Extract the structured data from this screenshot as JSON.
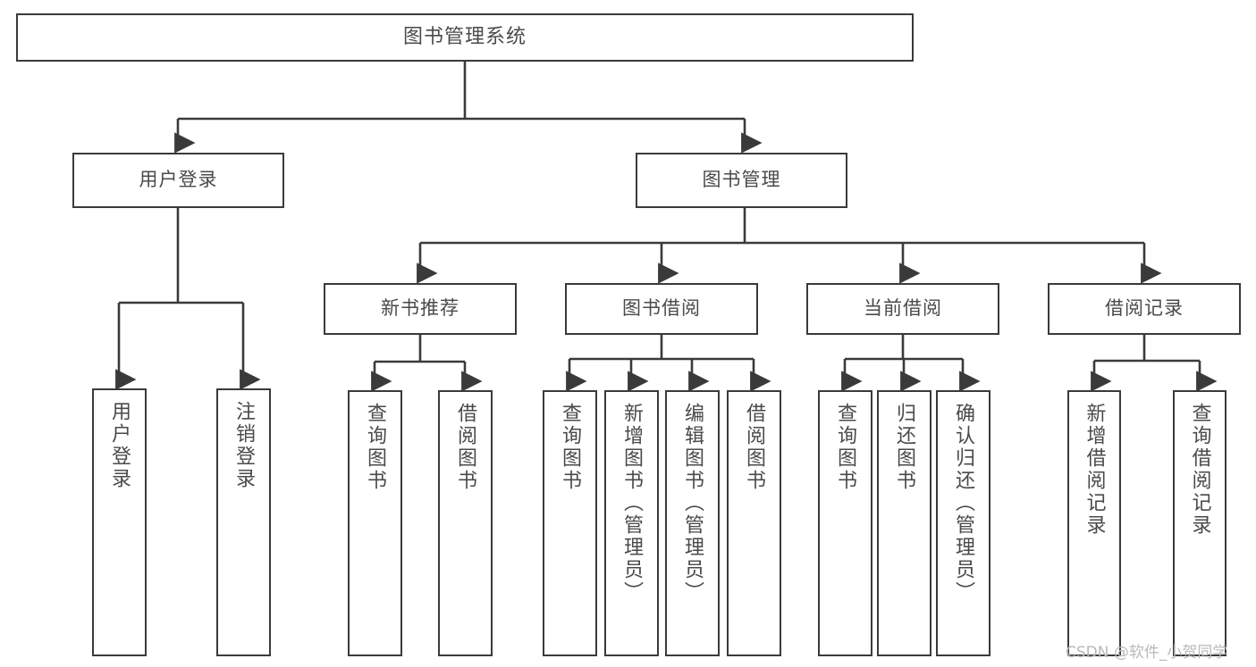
{
  "diagram": {
    "type": "tree-hierarchy",
    "title": "图书管理系统",
    "watermark": "CSDN @软件_小贺同学",
    "colors": {
      "box_border": "#3a3a3a",
      "box_fill": "#ffffff",
      "connector": "#3a3a3a",
      "text": "#4a4a4a",
      "watermark": "#b9b9b9",
      "background": "#ffffff"
    },
    "nodes": {
      "root": {
        "label": "图书管理系统",
        "level": 0
      },
      "level1": [
        {
          "id": "user-login",
          "label": "用户登录"
        },
        {
          "id": "book-manage",
          "label": "图书管理"
        }
      ],
      "level2": [
        {
          "id": "new-book-recommend",
          "label": "新书推荐",
          "parent": "book-manage"
        },
        {
          "id": "book-borrow",
          "label": "图书借阅",
          "parent": "book-manage"
        },
        {
          "id": "current-borrow",
          "label": "当前借阅",
          "parent": "book-manage"
        },
        {
          "id": "borrow-record",
          "label": "借阅记录",
          "parent": "book-manage"
        }
      ],
      "leaves": {
        "user-login": [
          {
            "id": "leaf-user-login",
            "label": "用户登录"
          },
          {
            "id": "leaf-logout",
            "label": "注销登录"
          }
        ],
        "new-book-recommend": [
          {
            "id": "leaf-query-book-1",
            "label": "查询图书"
          },
          {
            "id": "leaf-borrow-book-1",
            "label": "借阅图书"
          }
        ],
        "book-borrow": [
          {
            "id": "leaf-query-book-2",
            "label": "查询图书"
          },
          {
            "id": "leaf-add-book",
            "label": "新增图书（管理员）"
          },
          {
            "id": "leaf-edit-book",
            "label": "编辑图书（管理员）"
          },
          {
            "id": "leaf-borrow-book-2",
            "label": "借阅图书"
          }
        ],
        "current-borrow": [
          {
            "id": "leaf-query-book-3",
            "label": "查询图书"
          },
          {
            "id": "leaf-return-book",
            "label": "归还图书"
          },
          {
            "id": "leaf-confirm-return",
            "label": "确认归还（管理员）"
          }
        ],
        "borrow-record": [
          {
            "id": "leaf-add-record",
            "label": "新增借阅记录"
          },
          {
            "id": "leaf-query-record",
            "label": "查询借阅记录"
          }
        ]
      }
    }
  }
}
